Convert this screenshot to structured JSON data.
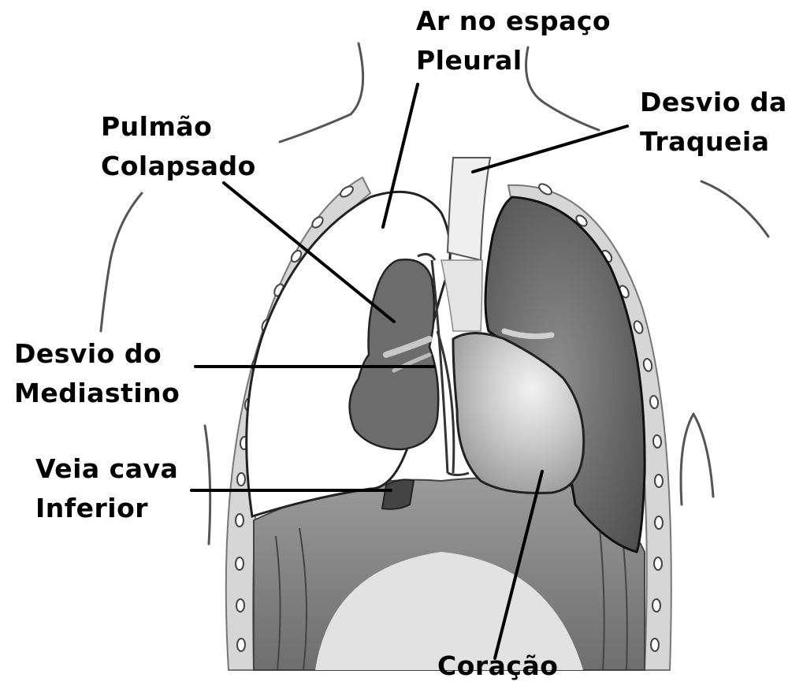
{
  "colors": {
    "background": "#ffffff",
    "ink": "#000000",
    "rib_band": "#d6d6d6",
    "lung_dark": "#5a5a5a",
    "heart": "#bcbcbc",
    "diaphragm": "#8f8f8f"
  },
  "labels": {
    "pleural_air": [
      "Ar no espaço",
      "Pleural"
    ],
    "collapsed_lung": [
      "Pulmão",
      "Colapsado"
    ],
    "trachea_shift": [
      "Desvio da",
      "Traqueia"
    ],
    "mediastinum_shift": [
      "Desvio do",
      "Mediastino"
    ],
    "inferior_vena_cava": [
      "Veia cava",
      "Inferior"
    ],
    "heart": [
      "Coração"
    ]
  }
}
